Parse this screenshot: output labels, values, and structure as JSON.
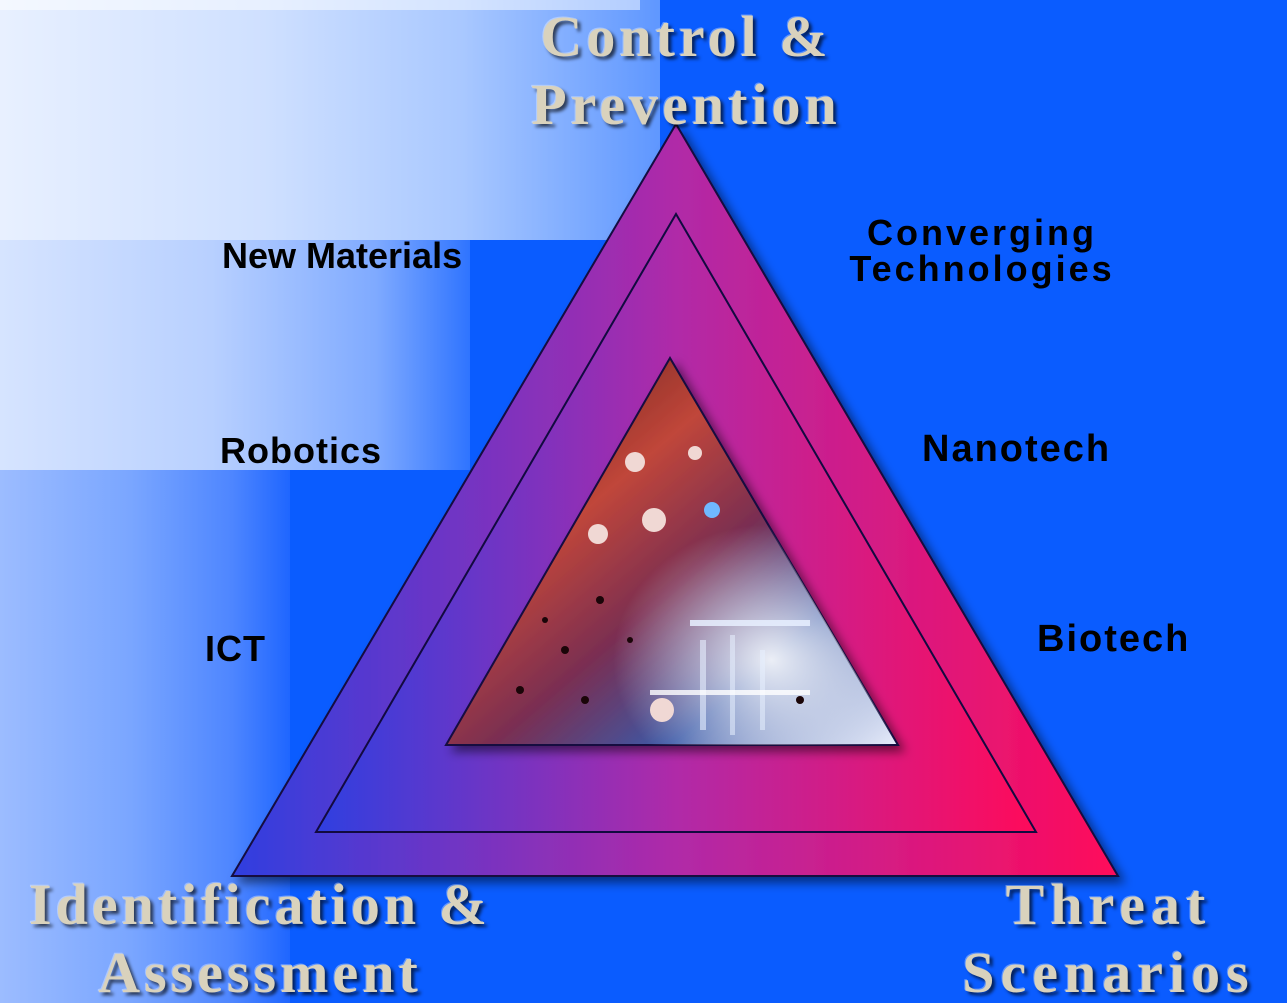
{
  "corners": {
    "top": {
      "line1": "Control &",
      "line2": "Prevention"
    },
    "bottom_left": {
      "line1": "Identification &",
      "line2": "Assessment"
    },
    "bottom_right": {
      "line1": "Threat",
      "line2": "Scenarios"
    }
  },
  "left_labels": [
    "New Materials",
    "Robotics",
    "ICT"
  ],
  "right_labels": {
    "converging_line1": "Converging",
    "converging_line2": "Technologies",
    "nanotech": "Nanotech",
    "biotech": "Biotech"
  },
  "colors": {
    "background": "#0a5cff",
    "triangle_left": "#2f3fe0",
    "triangle_mid": "#b02aa8",
    "triangle_right": "#ff0a5a",
    "corner_text": "#d9d2bd"
  }
}
